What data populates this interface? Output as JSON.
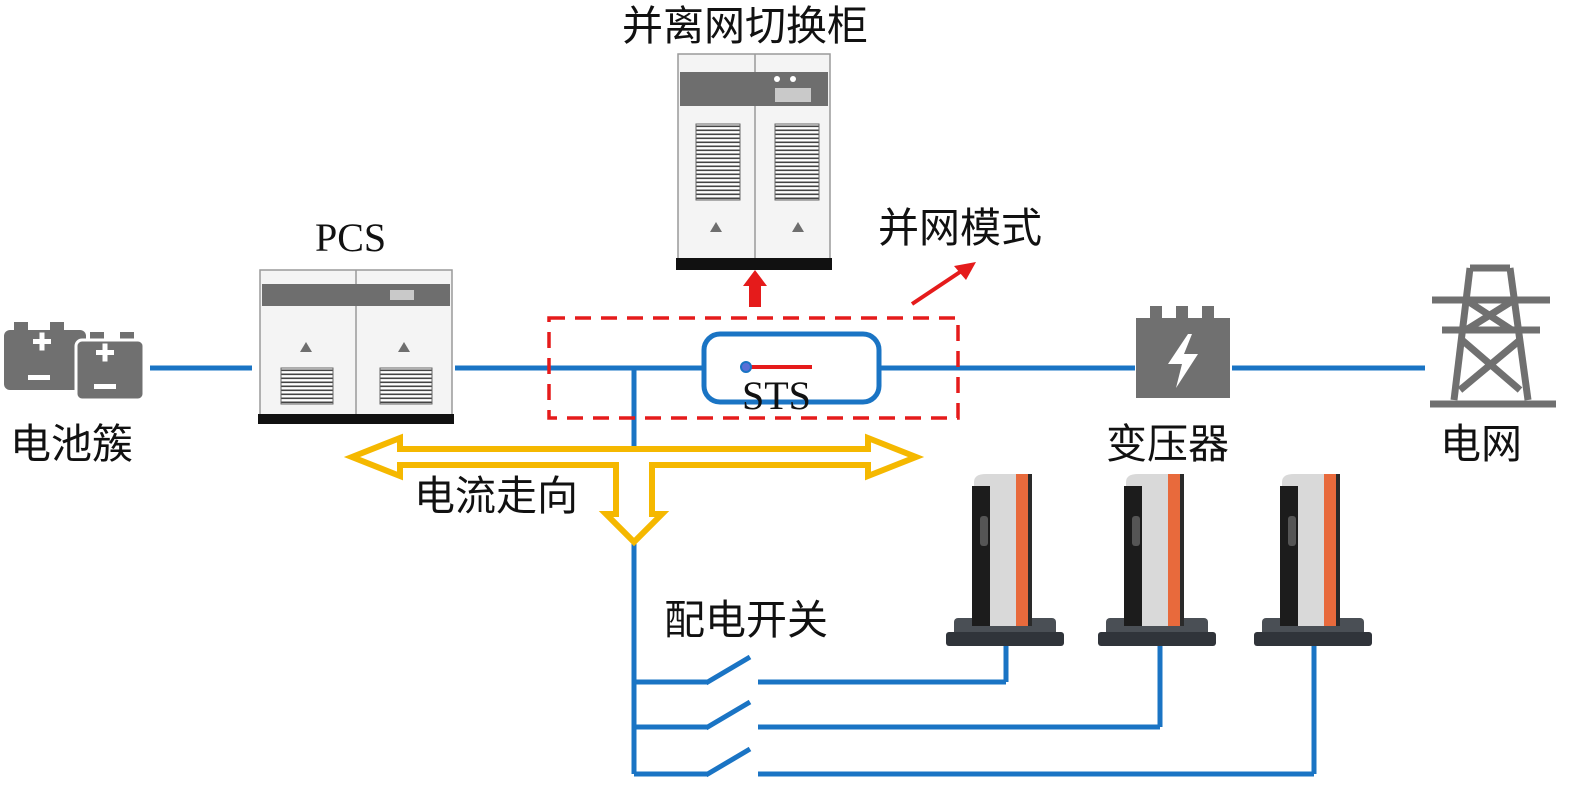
{
  "labels": {
    "switch_cabinet": "并离网切换柜",
    "pcs": "PCS",
    "grid_mode": "并网模式",
    "sts": "STS",
    "battery": "电池簇",
    "transformer": "变压器",
    "grid": "电网",
    "current_direction": "电流走向",
    "distribution_switch": "配电开关"
  },
  "icons": [
    "battery-cluster-icon",
    "pcs-cabinet-icon",
    "switch-cabinet-icon",
    "transformer-icon",
    "power-tower-icon",
    "ev-charger-icon"
  ],
  "colors": {
    "line": "#1a74c4",
    "arrow": "#f5b800",
    "dashed_box": "#e51b1b",
    "equipment_gray": "#707070"
  }
}
